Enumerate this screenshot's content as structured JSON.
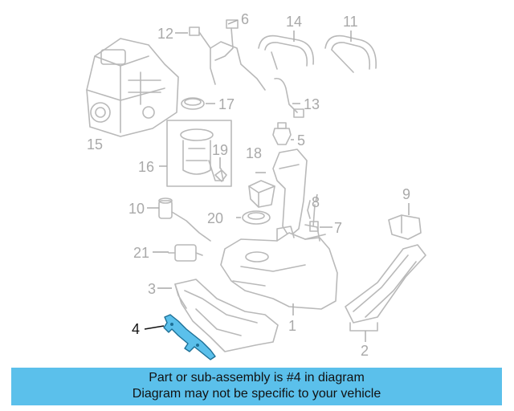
{
  "callouts": {
    "c1": "1",
    "c2": "2",
    "c3": "3",
    "c4": "4",
    "c5": "5",
    "c6": "6",
    "c7": "7",
    "c8": "8",
    "c9": "9",
    "c10": "10",
    "c11": "11",
    "c12": "12",
    "c13": "13",
    "c14": "14",
    "c15": "15",
    "c16": "16",
    "c17": "17",
    "c18": "18",
    "c19": "19",
    "c20": "20",
    "c21": "21"
  },
  "highlight": {
    "part": "4",
    "color": "#5bc0eb"
  },
  "banner": {
    "line1": "Part or sub-assembly is #4 in diagram",
    "line2": "Diagram may not be specific to your vehicle",
    "color": "#5bc0eb"
  }
}
